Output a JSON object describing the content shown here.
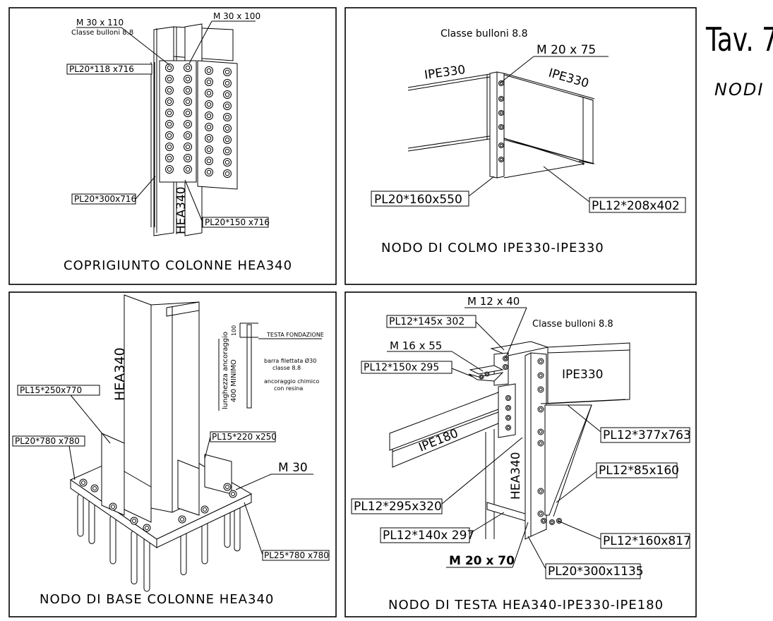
{
  "sheet": {
    "tav": "Tav. 7",
    "nodi": "NODI"
  },
  "panel1": {
    "caption": "COPRIGIUNTO COLONNE HEA340",
    "bolt_left": "M 30 x 110",
    "bolt_class": "Classe bulloni 8.8",
    "bolt_right": "M 30 x 100",
    "plate_a": "PL20*118  x716",
    "plate_b": "PL20*300x716",
    "plate_c": "PL20*150 x716",
    "profile": "HEA340"
  },
  "panel2": {
    "caption": "NODO DI COLMO IPE330-IPE330",
    "bolt_class": "Classe bulloni 8.8",
    "bolt": "M 20 x 75",
    "beam_left": "IPE330",
    "beam_right": "IPE330",
    "plate_a": "PL20*160x550",
    "plate_b": "PL12*208x402"
  },
  "panel3": {
    "caption": "NODO DI BASE COLONNE HEA340",
    "profile": "HEA340",
    "plate_a": "PL15*250x770",
    "plate_b": "PL20*780 x780",
    "plate_c": "PL15*220 x250",
    "bolt": "M 30",
    "plate_d": "PL25*780 x780",
    "dim_100": "100",
    "testa": "TESTA FONDAZIONE",
    "barra1": "barra filettata Ø30",
    "barra2": "classe 8.8",
    "anc1": "ancoraggio chimico",
    "anc2": "con resina",
    "lung1": "lunghezza ancoraggio",
    "lung2": "400 MINIMO"
  },
  "panel4": {
    "caption": "NODO DI TESTA HEA340-IPE330-IPE180",
    "bolt_a": "M 12 x 40",
    "bolt_class": "Classe bulloni 8.8",
    "plate_a": "PL12*145x 302",
    "bolt_b": "M 16 x 55",
    "plate_b": "PL12*150x 295",
    "beam_a": "IPE330",
    "beam_b": "IPE180",
    "plate_c": "PL12*377x763",
    "plate_d": "PL12*85x160",
    "profile": "HEA340",
    "plate_e": "PL12*295x320",
    "plate_f": "PL12*140x 297",
    "plate_g": "PL12*160x817",
    "bolt_c": "M 20 x 70",
    "plate_h": "PL20*300x1135"
  }
}
